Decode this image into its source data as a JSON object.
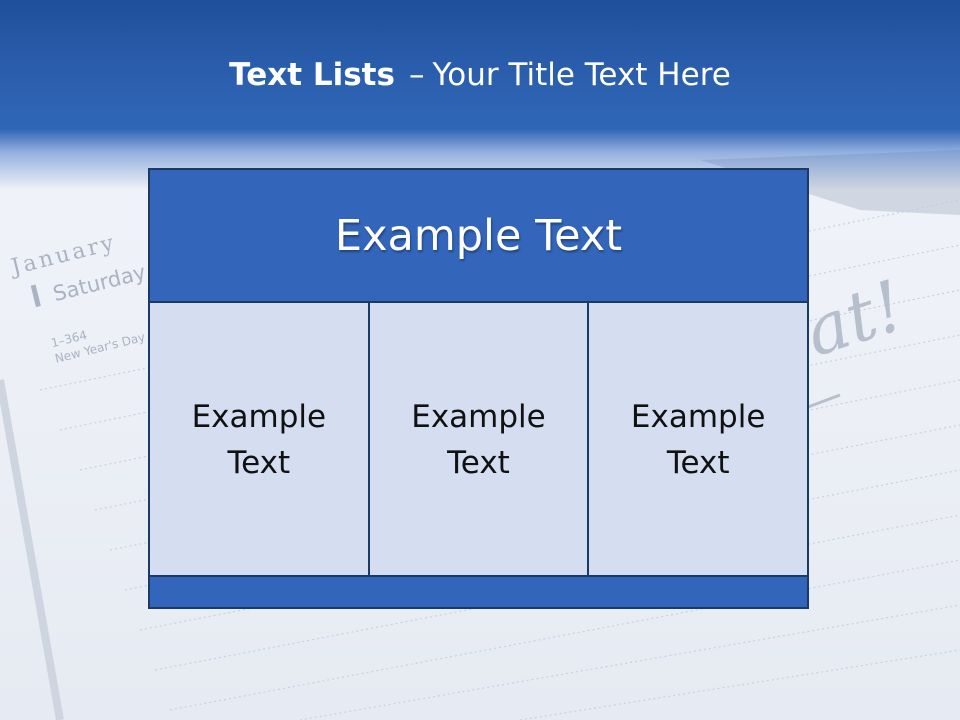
{
  "slide": {
    "title_bold": "Text Lists",
    "title_dash": "–",
    "title_rest": "Your Title Text Here"
  },
  "background": {
    "month": "January",
    "weekday": "Saturday",
    "day_number": "1",
    "day_of_year": "1–364",
    "holiday": "New Year's Day",
    "handwriting": "at!"
  },
  "table": {
    "header": "Example Text",
    "cells": [
      "Example Text",
      "Example Text",
      "Example Text"
    ]
  },
  "colors": {
    "title_band": "#2b5fae",
    "header_fill": "#3366bb",
    "cell_fill": "#d4def0",
    "border": "#1c3a66"
  }
}
